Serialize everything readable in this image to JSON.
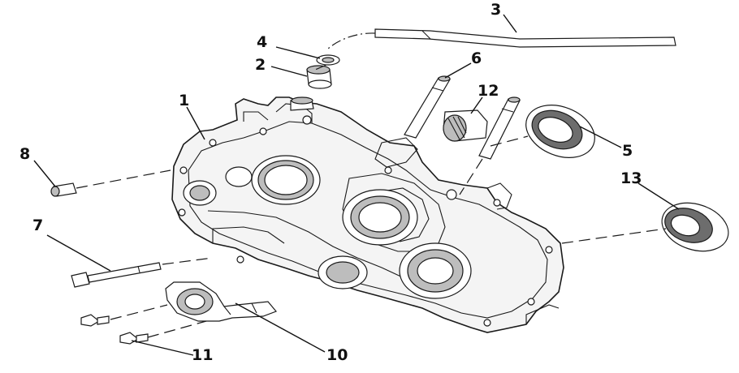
{
  "callouts": [
    {
      "id": "1",
      "label": "1"
    },
    {
      "id": "2",
      "label": "2"
    },
    {
      "id": "3",
      "label": "3"
    },
    {
      "id": "4",
      "label": "4"
    },
    {
      "id": "5",
      "label": "5"
    },
    {
      "id": "6",
      "label": "6"
    },
    {
      "id": "7",
      "label": "7"
    },
    {
      "id": "8",
      "label": "8"
    },
    {
      "id": "10",
      "label": "10"
    },
    {
      "id": "11",
      "label": "11"
    },
    {
      "id": "12",
      "label": "12"
    },
    {
      "id": "13",
      "label": "13"
    }
  ]
}
